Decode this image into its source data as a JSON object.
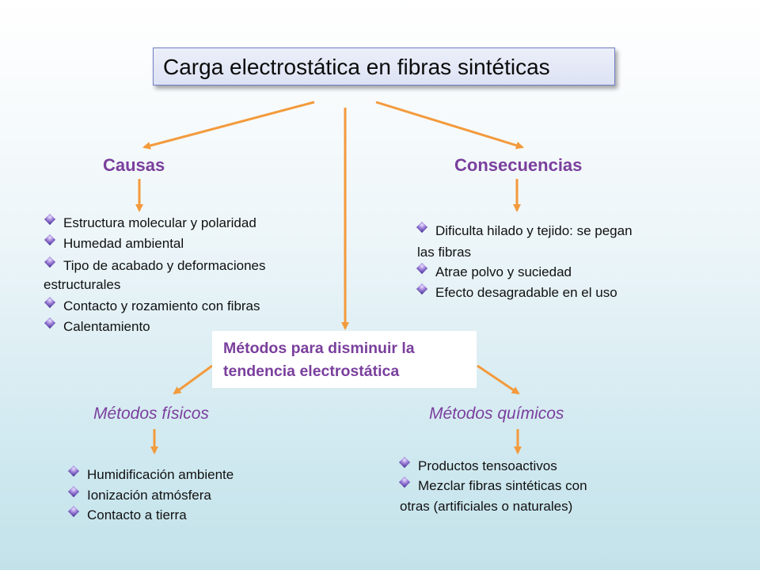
{
  "title": "Carga electrostática en fibras sintéticas",
  "causas": {
    "heading": "Causas",
    "items": [
      "Estructura molecular y polaridad",
      "Humedad ambiental",
      "Tipo de acabado y deformaciones",
      "estructurales",
      "Contacto y rozamiento con fibras",
      "Calentamiento"
    ]
  },
  "consecuencias": {
    "heading": "Consecuencias",
    "items": [
      "Dificulta hilado y tejido: se pegan",
      "las fibras",
      "Atrae polvo y suciedad",
      "Efecto desagradable en el uso"
    ]
  },
  "metodos": {
    "line1": "Métodos para disminuir la",
    "line2": "tendencia electrostática"
  },
  "fisicos": {
    "heading": "Métodos físicos",
    "items": [
      "Humidificación ambiente",
      "Ionización atmósfera",
      "Contacto a tierra"
    ]
  },
  "quimicos": {
    "heading": "Métodos químicos",
    "items": [
      "Productos tensoactivos",
      "Mezclar fibras sintéticas con",
      "otras (artificiales o naturales)"
    ]
  },
  "colors": {
    "arrow": "#f39a3c",
    "heading": "#7a3f9d"
  }
}
